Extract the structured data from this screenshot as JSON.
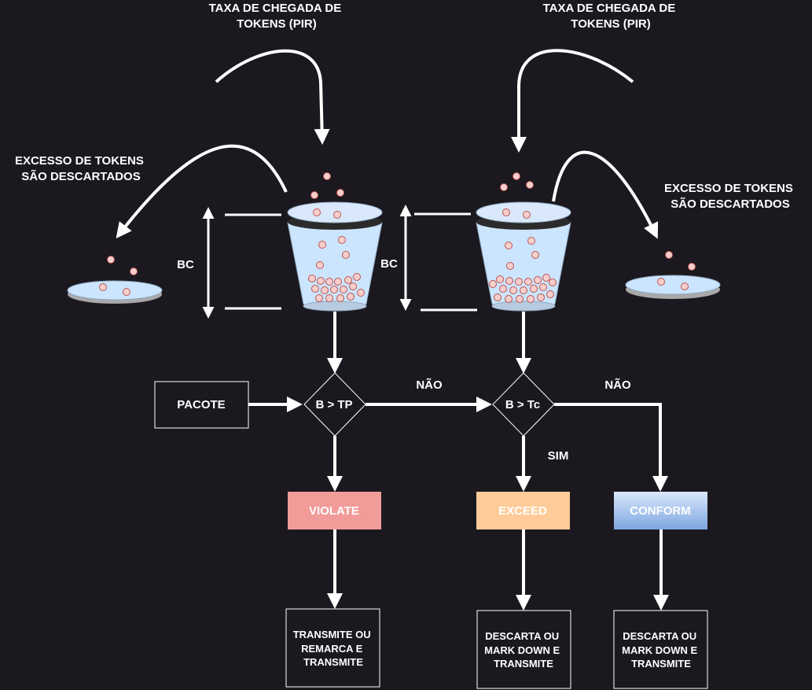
{
  "top_left_label": [
    "TAXA DE CHEGADA DE",
    "TOKENS (PIR)"
  ],
  "top_right_label": [
    "TAXA DE CHEGADA DE",
    "TOKENS (PIR)"
  ],
  "excess_left_label": [
    "EXCESSO DE TOKENS",
    "SÃO DESCARTADOS"
  ],
  "excess_right_label": [
    "EXCESSO DE TOKENS",
    "SÃO DESCARTADOS"
  ],
  "bc_left": "BC",
  "bc_right": "BC",
  "packet": "PACOTE",
  "decision_tp": "B > TP",
  "decision_tc": "B  > Tc",
  "no_label_1": "NÃO",
  "no_label_2": "NÃO",
  "yes_label": "SIM",
  "violate": "VIOLATE",
  "exceed": "EXCEED",
  "conform": "CONFORM",
  "action_violate": [
    "TRANSMITE OU",
    "REMARCA E",
    "TRANSMITE"
  ],
  "action_exceed": [
    "DESCARTA OU",
    "MARK DOWN E",
    "TRANSMITE"
  ],
  "action_conform": [
    "DESCARTA OU",
    "MARK DOWN E",
    "TRANSMITE"
  ],
  "colors": {
    "background": "#1b181f",
    "violate": "#f19c99",
    "exceed": "#ffcc99",
    "conform_top": "#dae8fc",
    "conform_bottom": "#7ea6e0",
    "bucket": "#cce5ff",
    "token": "#f8cecc"
  }
}
